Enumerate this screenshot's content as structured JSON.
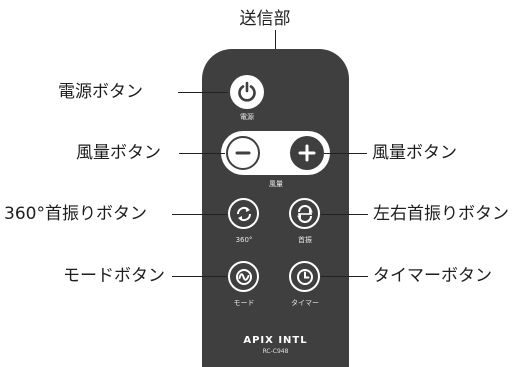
{
  "title": "送信部",
  "remote": {
    "body_color": "#3f3f3f",
    "labels": {
      "power": "電源",
      "fan_speed": "風量",
      "rotate_360": "360°",
      "swing": "首振",
      "mode": "モード",
      "timer": "タイマー"
    },
    "brand": "APIX INTL",
    "model": "RC-C948"
  },
  "callouts": {
    "power": "電源ボタン",
    "fan_left": "風量ボタン",
    "fan_right": "風量ボタン",
    "rotate_360": "360°首振りボタン",
    "swing": "左右首振りボタン",
    "mode": "モードボタン",
    "timer": "タイマーボタン"
  },
  "icons": {
    "power": "power-icon",
    "minus": "minus-icon",
    "plus": "plus-icon",
    "rotate_360": "rotate-arrows-icon",
    "swing": "swing-arrows-icon",
    "mode": "wave-mode-icon",
    "timer": "clock-icon"
  }
}
